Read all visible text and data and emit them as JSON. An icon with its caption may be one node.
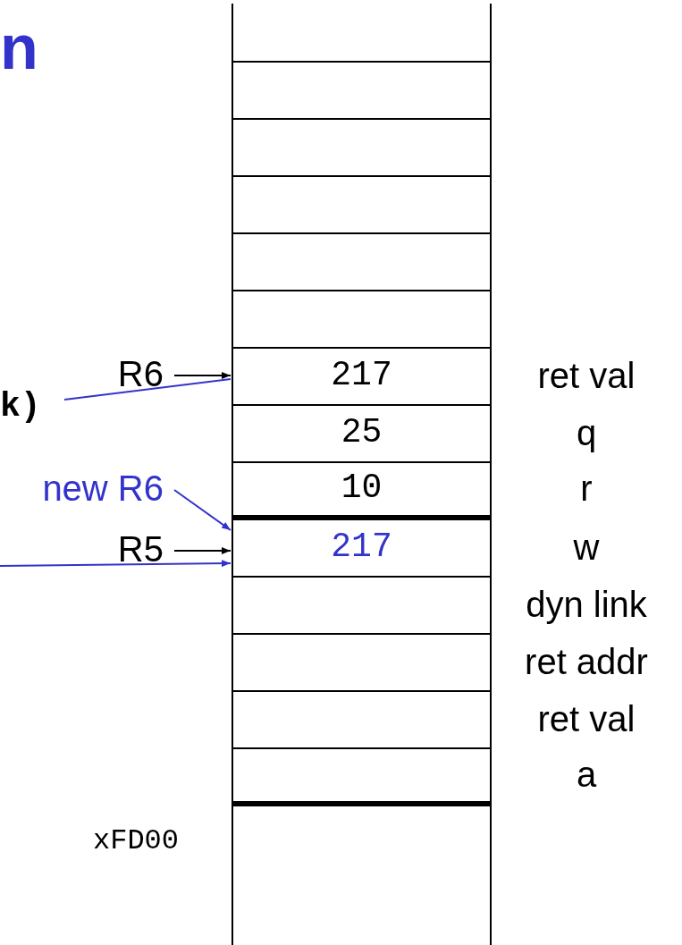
{
  "diagram": {
    "nodes": [
      {
        "text": [],
        "shape": "box"
      },
      {
        "text": [],
        "shape": "box"
      },
      {
        "text": [],
        "shape": "box"
      },
      {
        "text": [],
        "shape": "box"
      },
      {
        "text": [],
        "shape": "box"
      },
      {
        "text": [],
        "shape": "box"
      },
      {
        "text": [
          "R6"
        ]
      },
      {
        "text": [
          "217"
        ],
        "beside": [
          "ret val"
        ]
      },
      {
        "text": [
          "25"
        ],
        "beside": [
          "q"
        ]
      },
      {
        "text": [
          "new R6"
        ]
      },
      {
        "text": [
          "10"
        ],
        "beside": [
          "r"
        ]
      },
      {
        "text": [
          "R5"
        ]
      },
      {
        "text": [
          "217"
        ],
        "beside": [
          "w"
        ]
      },
      {
        "text": [],
        "shape": "box",
        "beside": [
          "dyn link"
        ]
      },
      {
        "text": [],
        "shape": "box",
        "beside": [
          "ret addr"
        ]
      },
      {
        "text": [],
        "shape": "box",
        "beside": [
          "ret val"
        ]
      },
      {
        "text": [],
        "shape": "box",
        "beside": [
          "a"
        ]
      },
      {
        "text": [],
        "shape": "box"
      }
    ],
    "edges": [
      {
        "from": 6,
        "to": 7,
        "arrow": "to",
        "color": "#000000"
      },
      {
        "from": null,
        "to": 7,
        "arrow": "none",
        "color": "#3333cc"
      },
      {
        "from": 9,
        "to": 12,
        "arrow": "to",
        "color": "#3333cc"
      },
      {
        "from": 11,
        "to": 12,
        "arrow": "to",
        "color": "#000000"
      },
      {
        "from": null,
        "to": 12,
        "arrow": "to",
        "color": "#3333cc"
      }
    ],
    "labels": [
      "n",
      "k)",
      "xFD00"
    ]
  }
}
